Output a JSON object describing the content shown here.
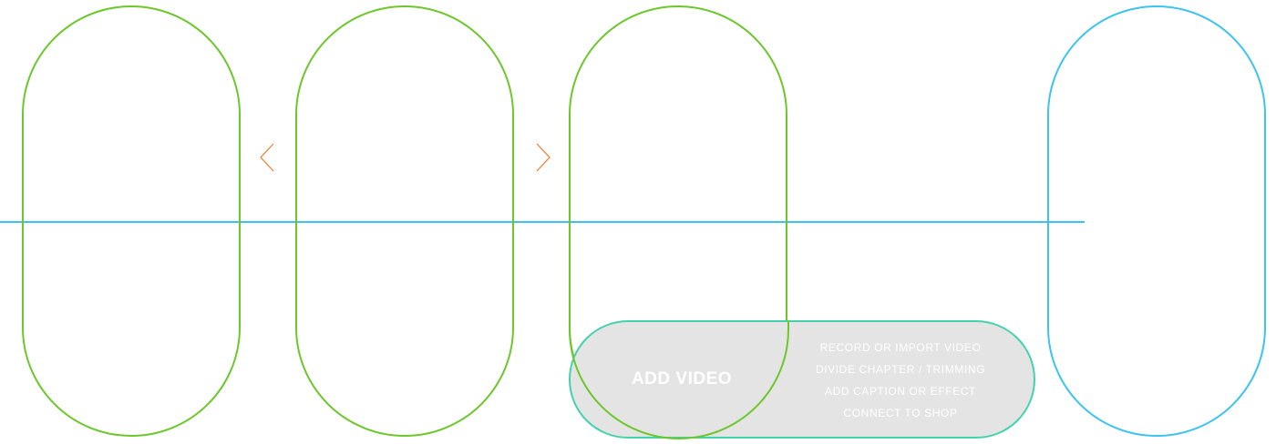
{
  "colors": {
    "green_outline": "#6cc72a",
    "blue_outline": "#3cc3f0",
    "teal_outline": "#44d2ad",
    "arrow": "#f07a2a",
    "pill_fill": "#e4e4e4",
    "pill_text": "#ffffff"
  },
  "navigation": {
    "prev_icon": "chevron-left-icon",
    "next_icon": "chevron-right-icon"
  },
  "add_video": {
    "title": "ADD VIDEO",
    "features": [
      "RECORD OR IMPORT VIDEO",
      "DIVIDE CHAPTER / TRIMMING",
      "ADD CAPTION OR EFFECT",
      "CONNECT TO SHOP"
    ]
  }
}
